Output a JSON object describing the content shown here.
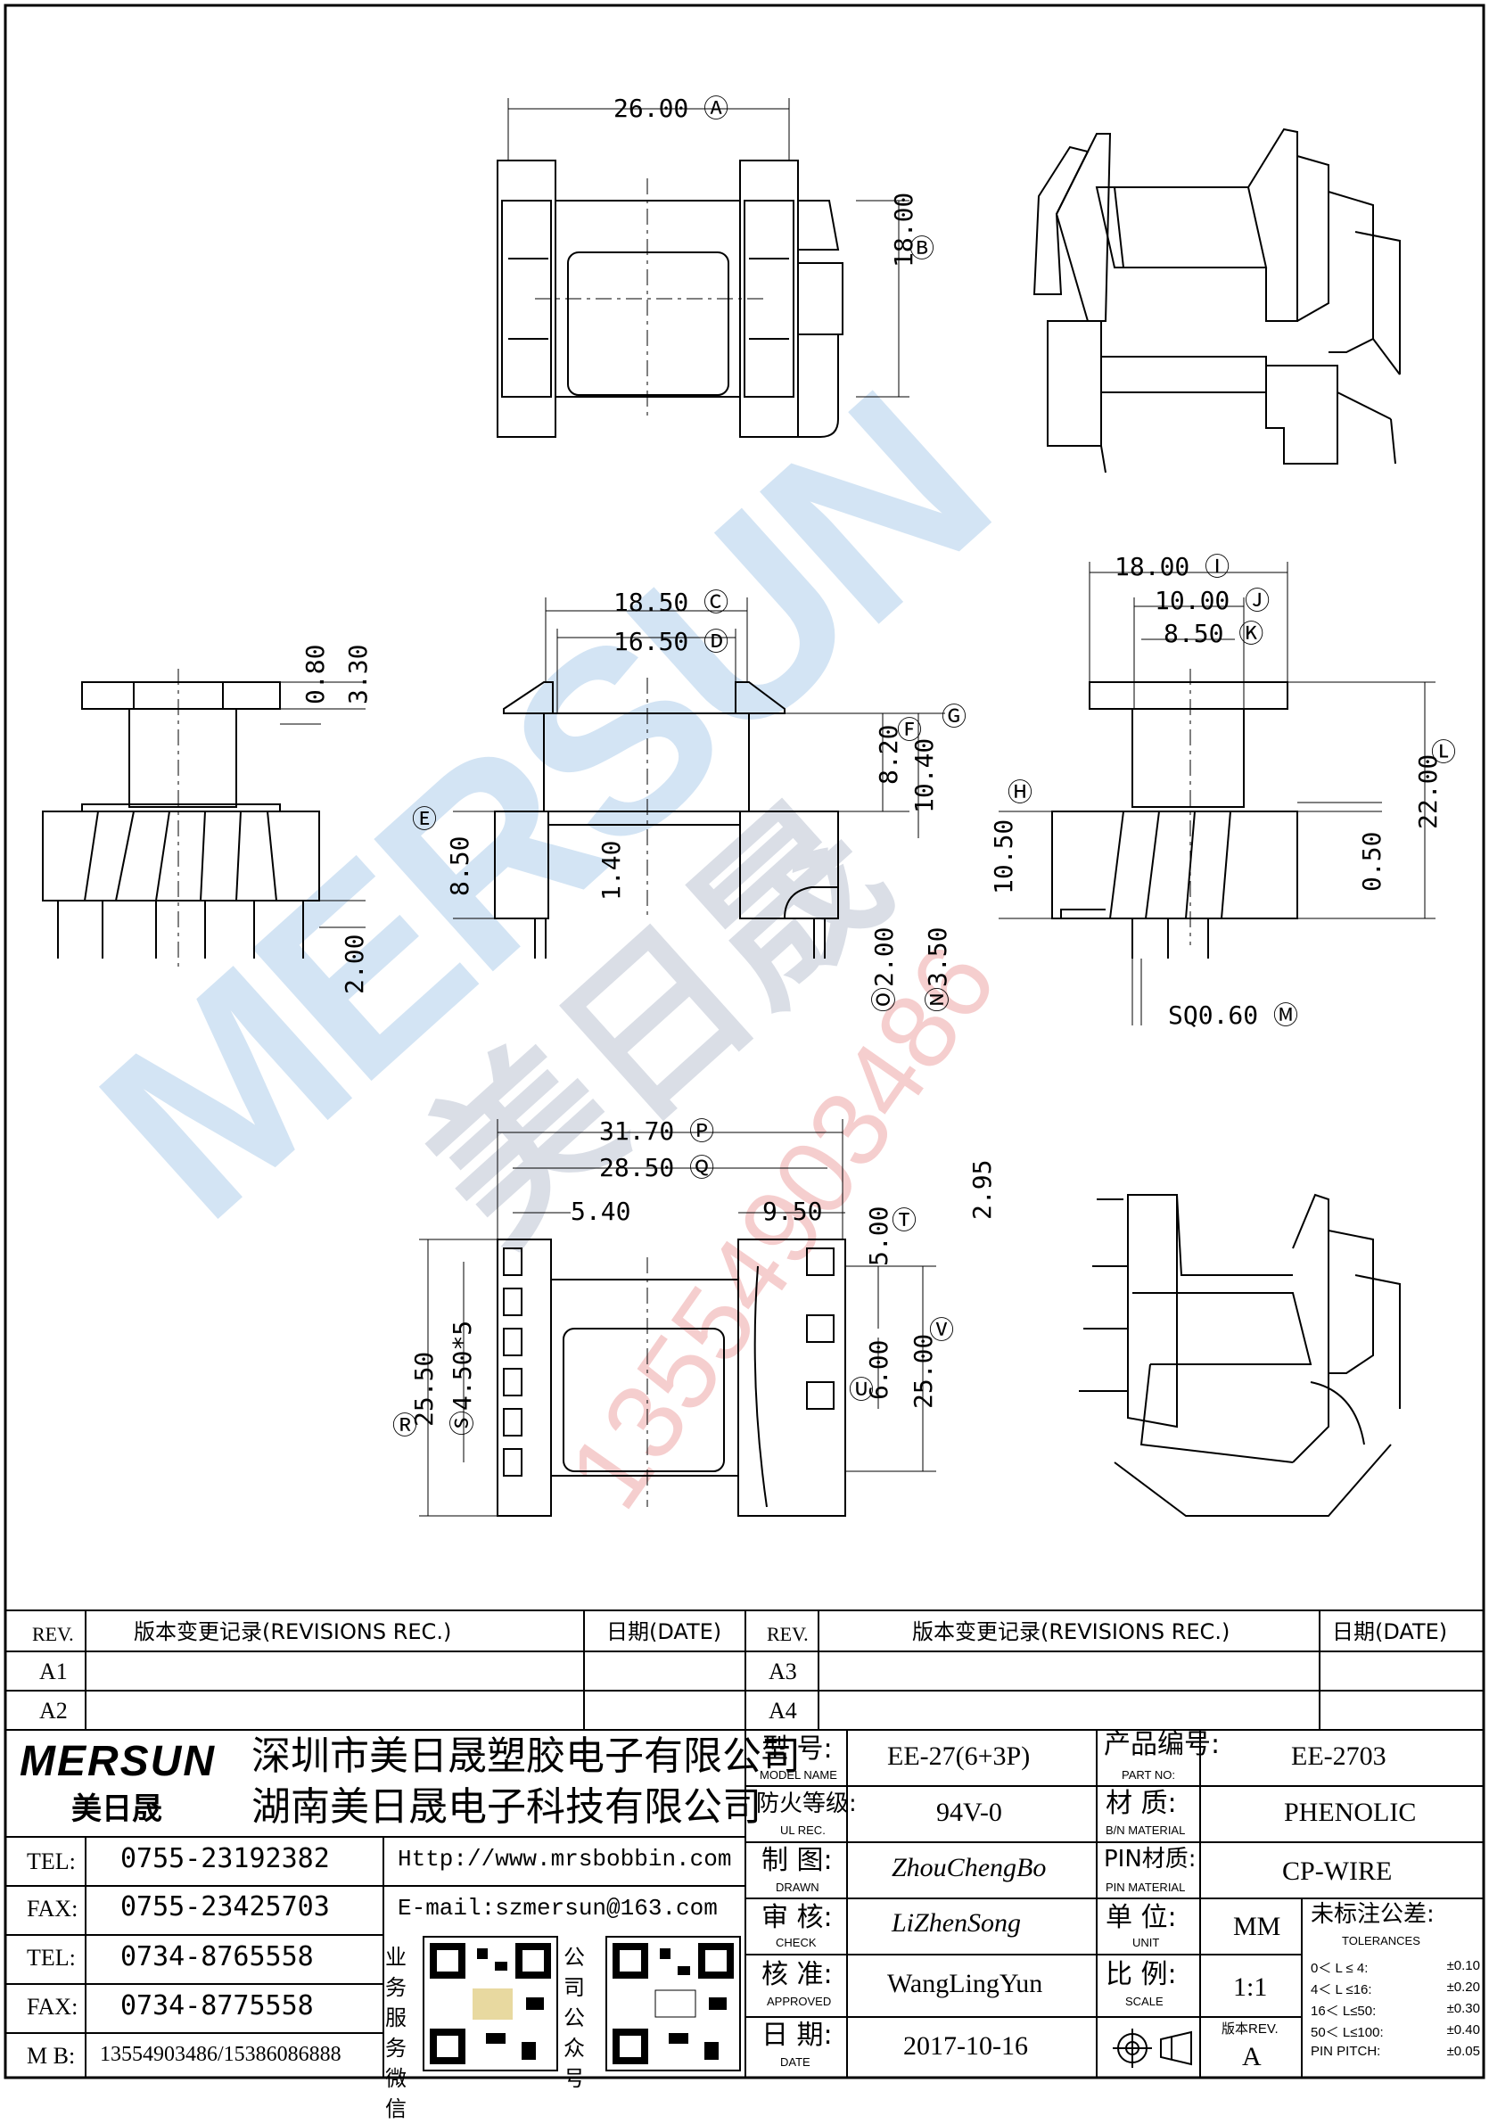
{
  "watermark": {
    "brand": "MERSUN",
    "chinese": "美日晟",
    "phone": "13554903486"
  },
  "dimensions": {
    "A": "26.00",
    "B": "18.00",
    "C": "18.50",
    "D": "16.50",
    "F": "8.20",
    "G": "10.40",
    "E": "8.50",
    "H": "10.50",
    "L": "22.00",
    "I": "18.00",
    "J": "10.00",
    "K": "8.50",
    "M": "SQ0.60",
    "N": "3.50",
    "O": "2.00",
    "P": "31.70",
    "Q": "28.50",
    "R": "25.50",
    "S": "4.50*5",
    "T": "5.00",
    "U": "6.00",
    "V": "25.00",
    "d080": "0.80",
    "d330": "3.30",
    "d200": "2.00",
    "d140": "1.40",
    "d050": "0.50",
    "d540": "5.40",
    "d950": "9.50",
    "d295": "2.95"
  },
  "labels": {
    "A": "Ⓐ",
    "B": "Ⓑ",
    "C": "Ⓒ",
    "D": "Ⓓ",
    "E": "Ⓔ",
    "F": "Ⓕ",
    "G": "Ⓖ",
    "H": "Ⓗ",
    "I": "Ⓘ",
    "J": "Ⓙ",
    "K": "Ⓚ",
    "L": "Ⓛ",
    "M": "Ⓜ",
    "N": "Ⓝ",
    "O": "Ⓞ",
    "P": "Ⓟ",
    "Q": "Ⓠ",
    "R": "Ⓡ",
    "S": "Ⓢ",
    "T": "Ⓣ",
    "U": "Ⓤ",
    "V": "Ⓥ"
  },
  "revisions_left": {
    "rev_h": "REV.",
    "desc_h": "版本变更记录(REVISIONS REC.)",
    "date_h": "日期(DATE)",
    "rows": [
      "A1",
      "A2"
    ]
  },
  "revisions_right": {
    "rev_h": "REV.",
    "desc_h": "版本变更记录(REVISIONS REC.)",
    "date_h": "日期(DATE)",
    "rows": [
      "A3",
      "A4"
    ]
  },
  "company": {
    "logo": "MERSUN",
    "logo_cn": "美日晟",
    "name1": "深圳市美日晟塑胶电子有限公司",
    "name2": "湖南美日晟电子科技有限公司"
  },
  "contacts": [
    {
      "k": "TEL:",
      "v": "0755-23192382",
      "x": "Http://www.mrsbobbin.com"
    },
    {
      "k": "FAX:",
      "v": "0755-23425703",
      "x": "E-mail:szmersun@163.com"
    },
    {
      "k": "TEL:",
      "v": "0734-8765558"
    },
    {
      "k": "FAX:",
      "v": "0734-8775558"
    },
    {
      "k": "M B:",
      "v": "13554903486/15386086888"
    }
  ],
  "qr": {
    "left_label": "业务服务微信",
    "right_label": "公司公众号"
  },
  "spec": {
    "model_cn": "型  号:",
    "model_en": "MODEL NAME",
    "model": "EE-27(6+3P)",
    "partno_cn": "产品编号:",
    "partno_en": "PART NO:",
    "partno": "EE-2703",
    "ul_cn": "防火等级:",
    "ul_en": "UL REC.",
    "ul": "94V-0",
    "mat_cn": "材  质:",
    "mat_en": "B/N MATERIAL",
    "mat": "PHENOLIC",
    "drawn_cn": "制  图:",
    "drawn_en": "DRAWN",
    "drawn": "ZhouChengBo",
    "pinmat_cn": "PIN材质:",
    "pinmat_en": "PIN MATERIAL",
    "pinmat": "CP-WIRE",
    "check_cn": "审  核:",
    "check_en": "CHECK",
    "check": "LiZhenSong",
    "unit_cn": "单  位:",
    "unit_en": "UNIT",
    "unit": "MM",
    "tol_cn": "未标注公差:",
    "tol_en": "TOLERANCES",
    "approved_cn": "核  准:",
    "approved_en": "APPROVED",
    "approved": "WangLingYun",
    "scale_cn": "比  例:",
    "scale_en": "SCALE",
    "scale": "1:1",
    "date_cn": "日  期:",
    "date_en": "DATE",
    "date": "2017-10-16",
    "version_cn": "版本REV.",
    "version": "A"
  },
  "tolerances": [
    {
      "range": "0＜ L ≤  4:",
      "val": "±0.10"
    },
    {
      "range": "4＜ L ≤16:",
      "val": "±0.20"
    },
    {
      "range": "16＜ L≤50:",
      "val": "±0.30"
    },
    {
      "range": "50＜ L≤100:",
      "val": "±0.40"
    },
    {
      "range": "PIN PITCH:",
      "val": "±0.05"
    }
  ]
}
